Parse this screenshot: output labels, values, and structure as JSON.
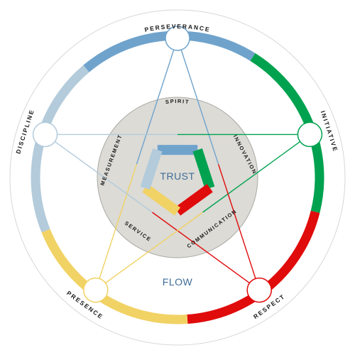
{
  "center": {
    "title": "TRUST"
  },
  "flow_label": "FLOW",
  "outer_values": [
    {
      "label": "PERSEVERANCE",
      "color": "#6fa3cc"
    },
    {
      "label": "INITIATIVE",
      "color": "#00a24f"
    },
    {
      "label": "RESPECT",
      "color": "#e00b0b"
    },
    {
      "label": "PRESENCE",
      "color": "#f1d264"
    },
    {
      "label": "DISCIPLINE",
      "color": "#b3cbdb"
    }
  ],
  "inner_values": [
    {
      "label": "SPIRIT"
    },
    {
      "label": "INNOVATION"
    },
    {
      "label": "COMMUNICATION"
    },
    {
      "label": "SERVICE"
    },
    {
      "label": "MEASUREMENT"
    }
  ],
  "colors": {
    "outer_ring_line": "#d7d7d7",
    "inner_disc_fill": "#dcdbd6",
    "inner_disc_stroke": "#a8a8a4",
    "node_fill": "#ffffff"
  }
}
